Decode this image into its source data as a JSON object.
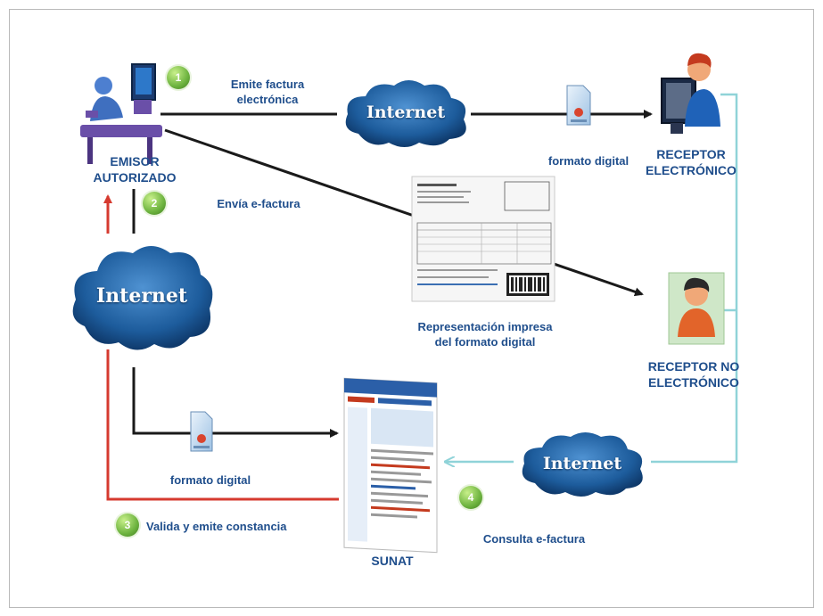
{
  "nodes": {
    "emisor": "EMISOR\nAUTORIZADO",
    "receptor_electronico": "RECEPTOR\nELECTRÓNICO",
    "receptor_no_electronico": "RECEPTOR NO\nELECTRÓNICO",
    "sunat": "SUNAT"
  },
  "clouds": {
    "top": "Internet",
    "left": "Internet",
    "bottom_right": "Internet"
  },
  "steps": {
    "one": "1",
    "two": "2",
    "three": "3",
    "four": "4"
  },
  "labels": {
    "emite_factura": "Emite factura\nelectrónica",
    "envia_efactura": "Envía e-factura",
    "formato_digital_top": "formato digital",
    "formato_digital_bottom": "formato digital",
    "representacion": "Representación impresa\ndel formato digital",
    "valida": "Valida y emite constancia",
    "consulta": "Consulta e-factura"
  },
  "colors": {
    "dark_line": "#1a1a1a",
    "red_line": "#d63a2f",
    "cyan_line": "#8fd3d8",
    "label_blue": "#1f4e8c",
    "cloud_blue": "#1d5c9c",
    "badge_green": "#6db33f"
  }
}
